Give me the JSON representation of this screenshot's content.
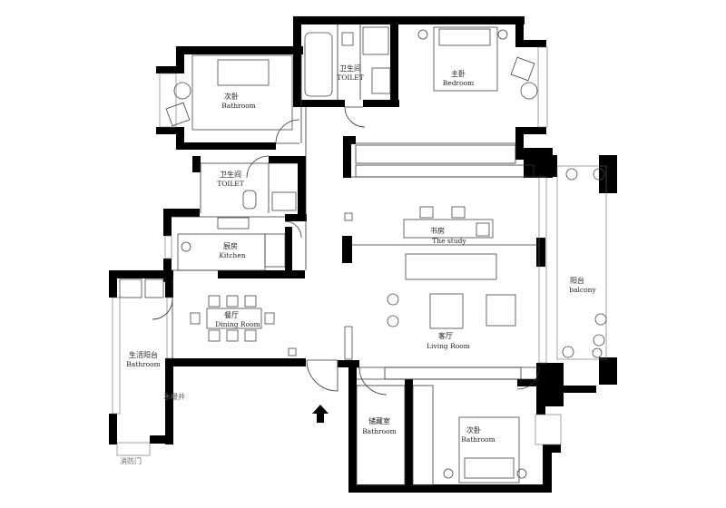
{
  "rooms": {
    "bedroom2_top": {
      "cn": "次卧",
      "en": "Bathroom"
    },
    "toilet_top": {
      "cn": "卫生间",
      "en": "TOILET"
    },
    "master": {
      "cn": "主卧",
      "en": "Bedroom"
    },
    "toilet_mid": {
      "cn": "卫生间",
      "en": "TOILET"
    },
    "kitchen": {
      "cn": "厨房",
      "en": "Kitchen"
    },
    "study": {
      "cn": "书房",
      "en": "The study"
    },
    "balcony": {
      "cn": "阳台",
      "en": "balcony"
    },
    "dining": {
      "cn": "餐厅",
      "en": "Dining Room"
    },
    "living": {
      "cn": "客厅",
      "en": "Living Room"
    },
    "utility_balcony": {
      "cn": "生活阳台",
      "en": "Bathroom"
    },
    "storage": {
      "cn": "储藏室",
      "en": "Bathroom"
    },
    "bedroom2_bottom": {
      "cn": "次卧",
      "en": "Bathroom"
    }
  },
  "annotations": {
    "water_well": "水暖井",
    "fire_door": "消防门"
  },
  "colors": {
    "wall": "#000000",
    "line": "#333333"
  }
}
